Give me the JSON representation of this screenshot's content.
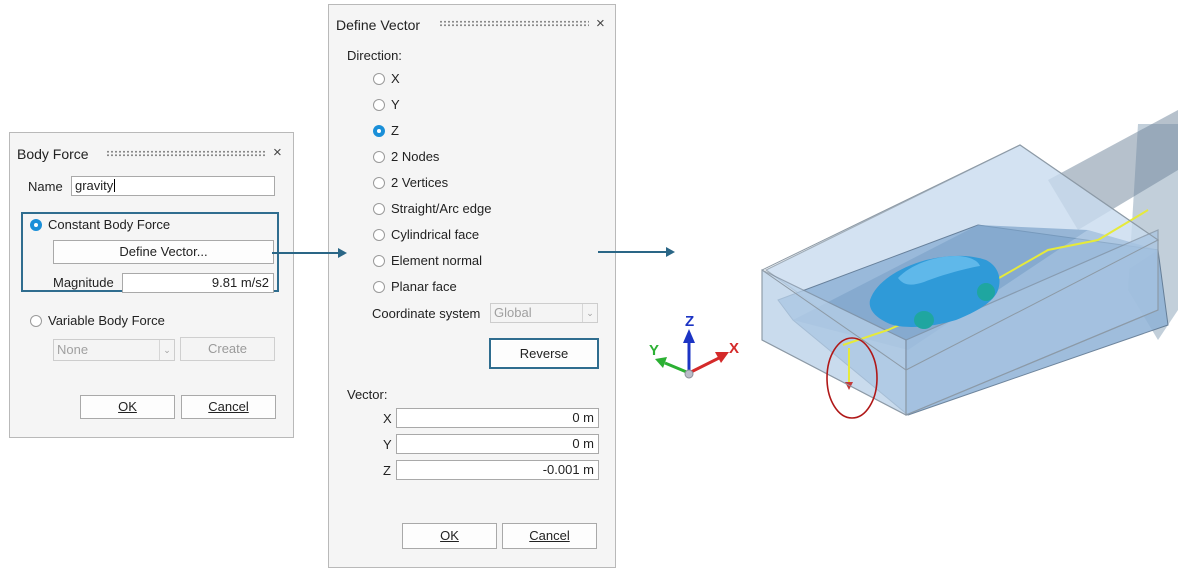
{
  "body_force": {
    "title": "Body Force",
    "close": "×",
    "name_label": "Name",
    "name_value": "gravity",
    "constant_label": "Constant Body Force",
    "define_vector_btn": "Define Vector...",
    "magnitude_label": "Magnitude",
    "magnitude_value": "9.81 m/s2",
    "variable_label": "Variable Body Force",
    "variable_select": "None",
    "create_btn": "Create",
    "ok_btn": "OK",
    "cancel_btn": "Cancel",
    "selected_option": "Constant Body Force"
  },
  "define_vector": {
    "title": "Define Vector",
    "close": "×",
    "direction_label": "Direction:",
    "options": [
      "X",
      "Y",
      "Z",
      "2 Nodes",
      "2 Vertices",
      "Straight/Arc edge",
      "Cylindrical face",
      "Element normal",
      "Planar face"
    ],
    "selected_option": "Z",
    "coord_label": "Coordinate system",
    "coord_value": "Global",
    "reverse_btn": "Reverse",
    "vector_label": "Vector:",
    "vector": [
      {
        "axis": "X",
        "value": "0 m"
      },
      {
        "axis": "Y",
        "value": "0 m"
      },
      {
        "axis": "Z",
        "value": "-0.001 m"
      }
    ],
    "ok_btn": "OK",
    "cancel_btn": "Cancel"
  },
  "triad": {
    "z": "Z",
    "y": "Y",
    "x": "X"
  },
  "colors": {
    "accent": "#1a8fd8",
    "highlight_border": "#2f6d8f",
    "arrow": "#2a6686",
    "domain_fill": "#a9c8e4",
    "car": "#2f9ad8",
    "gravity_line": "#e6ea3a",
    "callout_circle": "#b01818",
    "axis_x": "#d42a2a",
    "axis_y": "#2bb033",
    "axis_z": "#1c34c4"
  }
}
